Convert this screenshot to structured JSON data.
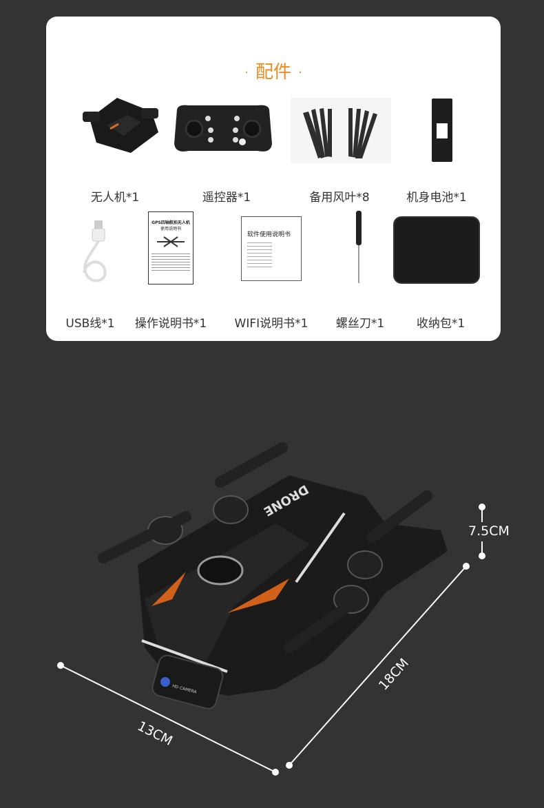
{
  "section_title": "配件",
  "accessories": [
    {
      "label": "无人机*1",
      "icon": "drone"
    },
    {
      "label": "遥控器*1",
      "icon": "remote-controller"
    },
    {
      "label": "备用风叶*8",
      "icon": "propellers"
    },
    {
      "label": "机身电池*1",
      "icon": "battery"
    },
    {
      "label": "USB线*1",
      "icon": "usb-cable"
    },
    {
      "label": "操作说明书*1",
      "icon": "manual"
    },
    {
      "label": "WIFI说明书*1",
      "icon": "wifi-manual"
    },
    {
      "label": "螺丝刀*1",
      "icon": "screwdriver"
    },
    {
      "label": "收纳包*1",
      "icon": "storage-case"
    }
  ],
  "manual_title": "GPS四轴航拍无人机",
  "manual_subtitle": "使用说明书",
  "wifi_manual_title": "软件使用说明书",
  "drone_brand": "DRONE",
  "camera_label": "HD CAMERA",
  "dimensions": {
    "height": "7.5CM",
    "length": "18CM",
    "width": "13CM"
  },
  "colors": {
    "accent": "#f08a1e",
    "background": "#333333"
  }
}
